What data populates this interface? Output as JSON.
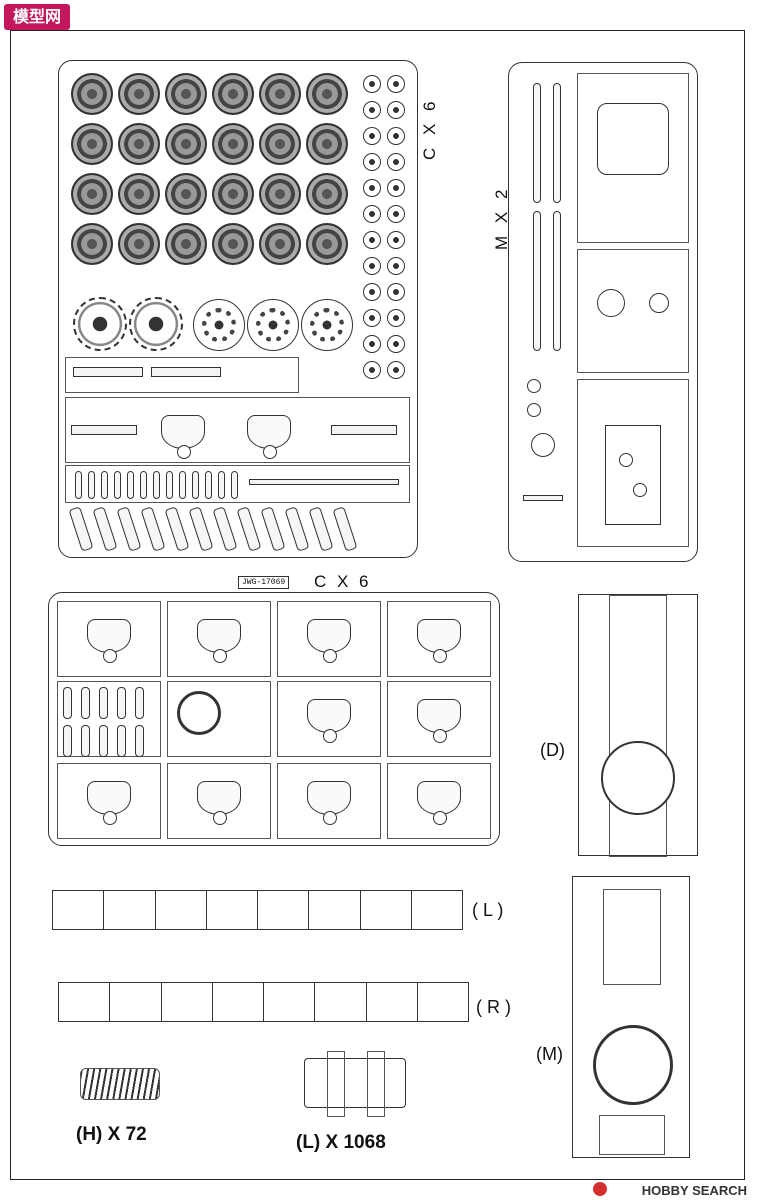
{
  "watermark": {
    "logo_text": "模型网",
    "icon": "hobby-search-icon",
    "credit": "HOBBY SEARCH"
  },
  "sprue_c": {
    "label": "C X 6",
    "label2": "C X 6",
    "part_tag": "JWG-17069"
  },
  "sprue_m": {
    "label": "M X 2"
  },
  "parts": {
    "d_label": "(D)",
    "l_label": "( L )",
    "r_label": "( R )",
    "m_label": "(M)",
    "h_qty_label": "(H)  X  72",
    "l_qty_label": "(L)  X 1068"
  },
  "colors": {
    "line": "#333333",
    "background": "#ffffff",
    "logo": "#c2185b"
  }
}
